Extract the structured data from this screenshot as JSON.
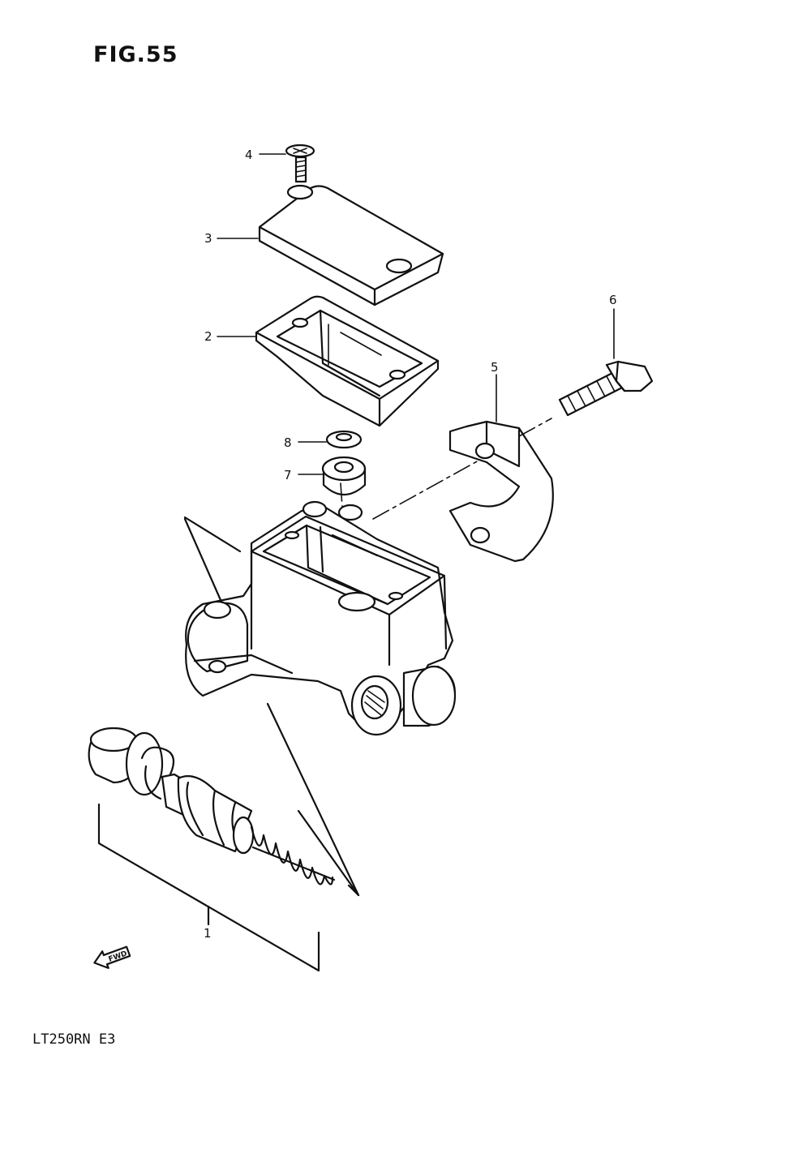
{
  "figure": {
    "title": "FIG.55",
    "model_code": "LT250RN  E3"
  },
  "callouts": [
    {
      "id": "1",
      "label": "1"
    },
    {
      "id": "2",
      "label": "2"
    },
    {
      "id": "3",
      "label": "3"
    },
    {
      "id": "4",
      "label": "4"
    },
    {
      "id": "5",
      "label": "5"
    },
    {
      "id": "6",
      "label": "6"
    },
    {
      "id": "7",
      "label": "7"
    },
    {
      "id": "8",
      "label": "8"
    }
  ],
  "direction_indicator": {
    "label": "FWD"
  }
}
